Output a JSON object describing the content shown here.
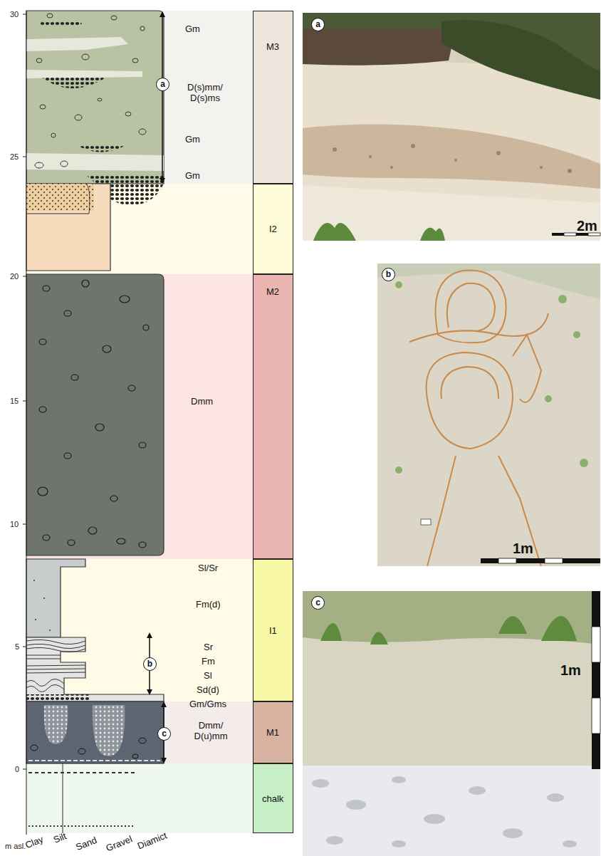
{
  "diagram": {
    "nodes": [
      {
        "text": [
          "M3"
        ]
      },
      {
        "text": [
          "I2"
        ]
      },
      {
        "text": [
          "M2"
        ]
      },
      {
        "text": [
          "I1"
        ]
      },
      {
        "text": [
          "M1"
        ]
      },
      {
        "text": [
          "chalk"
        ]
      },
      {
        "text": [
          "a",
          "2m"
        ]
      },
      {
        "text": [
          "b",
          "1m"
        ]
      },
      {
        "text": [
          "c",
          "1m"
        ]
      }
    ],
    "labels": [
      "30",
      "25",
      "20",
      "15",
      "10",
      "5",
      "0",
      "m asl.",
      "Clay",
      "Silt",
      "Sand",
      "Gravel",
      "Diamict",
      "Gm",
      "a",
      "D(s)mm/ D(s)ms",
      "Gm",
      "Gm",
      "Dmm",
      "Sl/Sr",
      "Fm(d)",
      "Sr",
      "Fm",
      "Sl",
      "Sd(d)",
      "Gm/Gms",
      "Dmm/ D(u)mm",
      "c",
      "b"
    ]
  }
}
